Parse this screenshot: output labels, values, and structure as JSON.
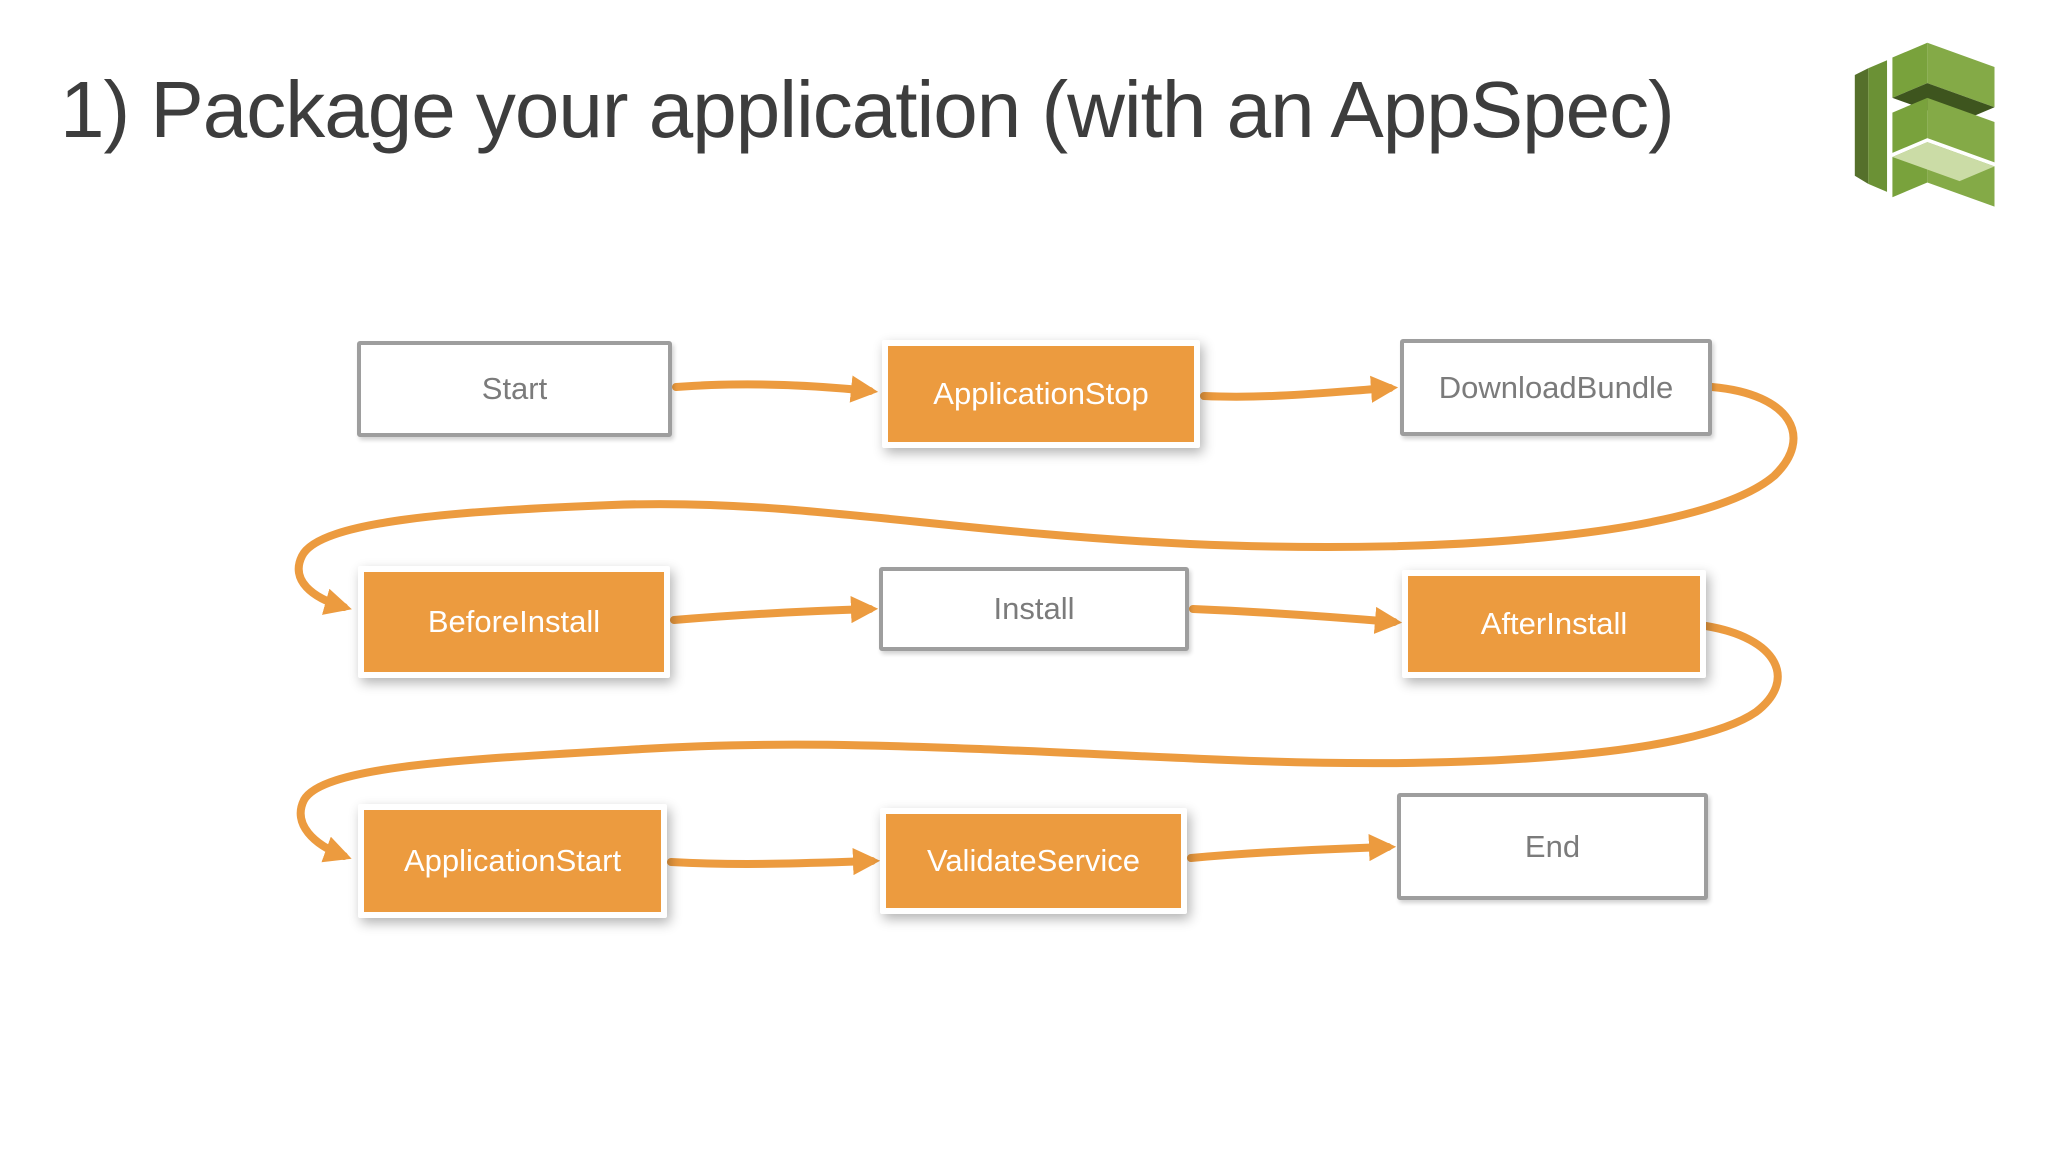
{
  "slide": {
    "title": "1) Package your application (with an AppSpec)",
    "logo_icon": "aws-codedeploy-icon"
  },
  "colors": {
    "accent_orange": "#EC9B3F",
    "box_border_gray": "#9E9E9E",
    "box_text_gray": "#7B7B7B",
    "title_gray": "#3D3D3D",
    "background": "#FFFFFF",
    "logo_green_front": "#79A23C",
    "logo_green_side": "#84AA47",
    "logo_green_dark": "#3E551E",
    "logo_green_slab": "#6B9135",
    "logo_green_slab_dark": "#55702B",
    "logo_green_light": "#CBDCA6"
  },
  "diagram": {
    "nodes": [
      {
        "id": "start",
        "label": "Start",
        "style": "plain"
      },
      {
        "id": "application-stop",
        "label": "ApplicationStop",
        "style": "highlight"
      },
      {
        "id": "download-bundle",
        "label": "DownloadBundle",
        "style": "plain"
      },
      {
        "id": "before-install",
        "label": "BeforeInstall",
        "style": "highlight"
      },
      {
        "id": "install",
        "label": "Install",
        "style": "plain"
      },
      {
        "id": "after-install",
        "label": "AfterInstall",
        "style": "highlight"
      },
      {
        "id": "application-start",
        "label": "ApplicationStart",
        "style": "highlight"
      },
      {
        "id": "validate-service",
        "label": "ValidateService",
        "style": "highlight"
      },
      {
        "id": "end",
        "label": "End",
        "style": "plain"
      }
    ],
    "edges": [
      {
        "from": "Start",
        "to": "ApplicationStop"
      },
      {
        "from": "ApplicationStop",
        "to": "DownloadBundle"
      },
      {
        "from": "DownloadBundle",
        "to": "BeforeInstall"
      },
      {
        "from": "BeforeInstall",
        "to": "Install"
      },
      {
        "from": "Install",
        "to": "AfterInstall"
      },
      {
        "from": "AfterInstall",
        "to": "ApplicationStart"
      },
      {
        "from": "ApplicationStart",
        "to": "ValidateService"
      },
      {
        "from": "ValidateService",
        "to": "End"
      }
    ]
  }
}
